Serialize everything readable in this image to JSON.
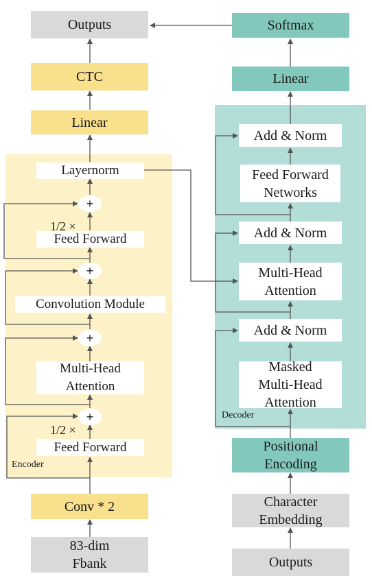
{
  "colors": {
    "gray": "#d9d9d9",
    "yellow": "#f9e08d",
    "teal": "#82c8bd",
    "encoder_panel": "#fdf2c7",
    "decoder_panel": "#b3ddd7",
    "arrow": "#555555"
  },
  "left_column": {
    "outputs": "Outputs",
    "ctc": "CTC",
    "linear": "Linear",
    "conv": "Conv * 2",
    "fbank": "83-dim\nFbank"
  },
  "encoder": {
    "tag": "Encoder",
    "layernorm": "Layernorm",
    "ff_top_scale": "1/2 ×",
    "ff_top": "Feed Forward",
    "conv_module": "Convolution Module",
    "mha": "Multi-Head\nAttention",
    "ff_bottom_scale": "1/2 ×",
    "ff_bottom": "Feed Forward",
    "plus": "+"
  },
  "right_column": {
    "softmax": "Softmax",
    "linear": "Linear",
    "positional": "Positional\nEncoding",
    "char_embedding": "Character\nEmbedding",
    "outputs": "Outputs"
  },
  "decoder": {
    "tag": "Decoder",
    "add_norm_top": "Add & Norm",
    "ffn": "Feed Forward\nNetworks",
    "add_norm_mid": "Add & Norm",
    "mha": "Multi-Head\nAttention",
    "add_norm_bottom": "Add & Norm",
    "masked_mha": "Masked\nMulti-Head\nAttention"
  }
}
